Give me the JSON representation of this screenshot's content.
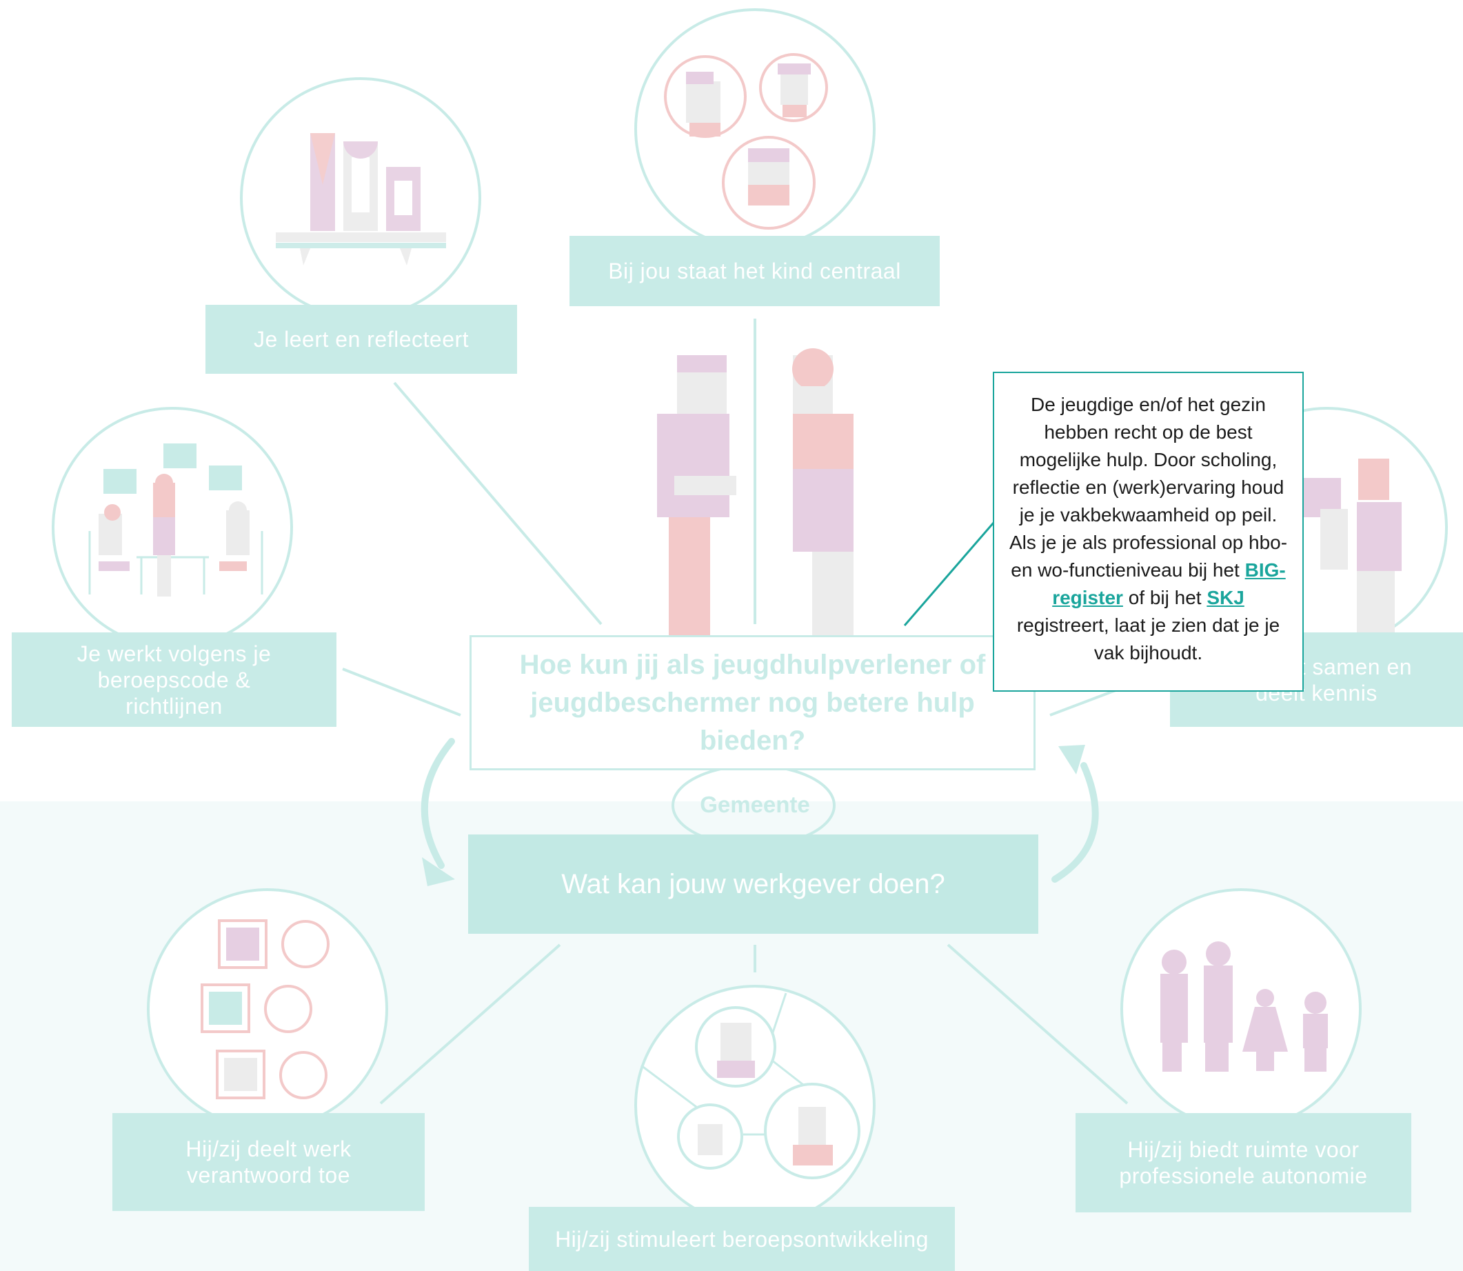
{
  "colors": {
    "teal": "#c8ebe7",
    "teal_dark": "#1aa59c",
    "pink": "#f3c9c9",
    "purple": "#e6cfe2",
    "grey": "#ececec",
    "bottom_bg": "#f3fafa"
  },
  "center": {
    "question": "Hoe kun jij als jeugdhulpverlener of jeugdbeschermer nog betere hulp bieden?",
    "employer": "Wat kan jouw werkgever doen?",
    "gemeente": "Gemeente"
  },
  "topics": [
    {
      "id": "reflect",
      "label": "Je leert en reflecteert",
      "icon": "bookshelf-icon"
    },
    {
      "id": "child",
      "label": "Bij jou staat het kind centraal",
      "icon": "family-portraits-icon"
    },
    {
      "id": "code",
      "label": "Je werkt volgens je beroepscode & richtlijnen",
      "icon": "meeting-icon"
    },
    {
      "id": "cooperate",
      "label": "Je werkt samen en deelt kennis",
      "icon": "colleague-icon"
    },
    {
      "id": "delegate",
      "label": "Hij/zij deelt werk verantwoord toe",
      "icon": "portrait-frames-icon"
    },
    {
      "id": "develop",
      "label": "Hij/zij stimuleert beroepsontwikkeling",
      "icon": "network-icon"
    },
    {
      "id": "autonomy",
      "label": "Hij/zij biedt ruimte voor professionele autonomie",
      "icon": "family-silhouettes-icon"
    }
  ],
  "popup": {
    "text_before": "De jeugdige en/of het gezin hebben recht op de best mogelijke hulp. Door scholing, reflectie en (werk)ervaring houd je je vakbekwaamheid op peil. Als je je als professional op hbo- en wo-functieniveau bij het ",
    "link1": "BIG-register",
    "text_middle": " of bij het ",
    "link2": "SKJ",
    "text_after": " registreert, laat je zien dat je je vak bijhoudt."
  }
}
